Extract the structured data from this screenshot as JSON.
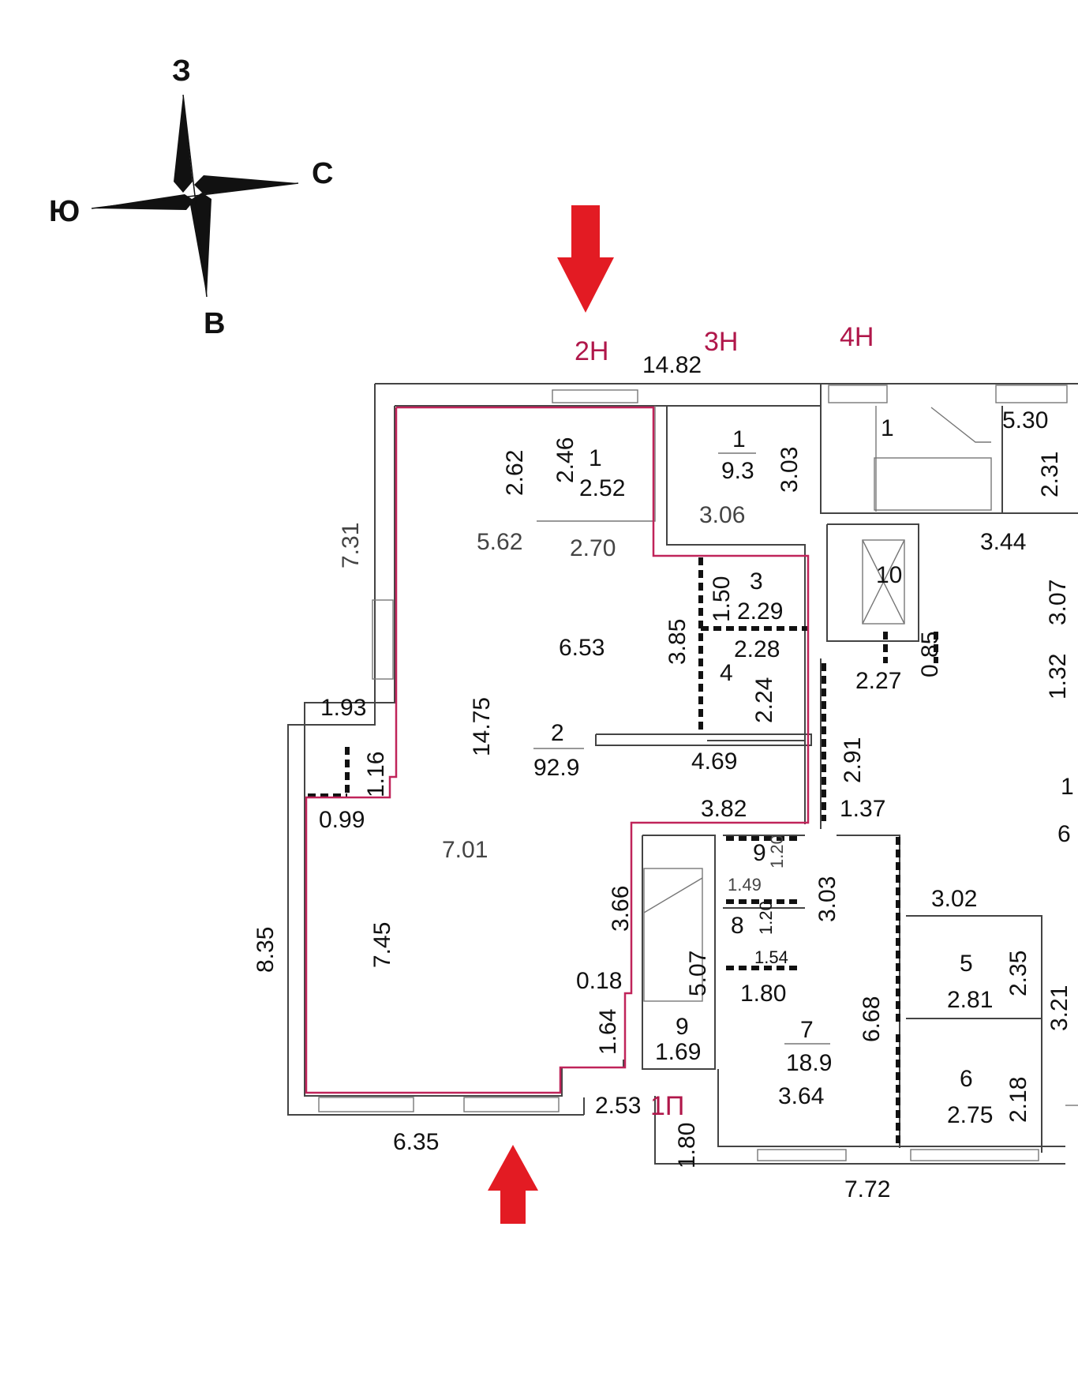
{
  "compass": {
    "north": "З",
    "east": "С",
    "south": "В",
    "west": "Ю"
  },
  "units": {
    "u2": "2Н",
    "u3": "3Н",
    "u4": "4Н",
    "u1p": "1П"
  },
  "rooms": {
    "r2_1_num": "1",
    "r2_1_area": "2.52",
    "r3_1_num": "1",
    "r3_1_area": "9.3",
    "r4_1_num": "1",
    "r10_num": "10",
    "r3_num": "3",
    "r4_num": "4",
    "r2_num": "2",
    "r2_area": "92.9",
    "r9a_num": "9",
    "r8_num": "8",
    "r9b_num": "9",
    "r7_num": "7",
    "r7_area": "18.9",
    "r5_num": "5",
    "r6_num": "6"
  },
  "dims": {
    "d1": "14.82",
    "d2": "5.30",
    "d3": "2.62",
    "d4": "2.46",
    "d5": "3.03",
    "d6": "2.31",
    "d7": "7.31",
    "d8": "3.06",
    "d9": "5.62",
    "d10": "2.70",
    "d11": "3.44",
    "d12": "1.50",
    "d13": "2.29",
    "d14": "3.07",
    "d15": "6.53",
    "d16": "3.85",
    "d17": "2.28",
    "d18": "0.85",
    "d19": "2.24",
    "d20": "2.27",
    "d21": "1.32",
    "d22": "1.93",
    "d23": "14.75",
    "d24": "1.16",
    "d25": "4.69",
    "d26": "2.91",
    "d27": "0.99",
    "d28": "3.82",
    "d29": "1.37",
    "d30": "7.01",
    "d31": "1.20",
    "d32": "1.49",
    "d33": "3.03",
    "d34": "3.66",
    "d35": "3.02",
    "d36": "8.35",
    "d37": "7.45",
    "d38": "1.20",
    "d39": "1.54",
    "d40": "2.35",
    "d41": "0.18",
    "d42": "5.07",
    "d43": "1.80",
    "d44": "2.81",
    "d45": "6.68",
    "d46": "3.21",
    "d47": "1.64",
    "d48": "1.69",
    "d49": "3.64",
    "d50": "2.18",
    "d51": "2.53",
    "d52": "2.75",
    "d53": "6.35",
    "d54": "1.80",
    "d55": "7.72",
    "d56": "1",
    "d57": "6"
  },
  "colors": {
    "accent_red": "#e31b23",
    "unit_label": "#b0174a",
    "outline": "#c0245a"
  }
}
